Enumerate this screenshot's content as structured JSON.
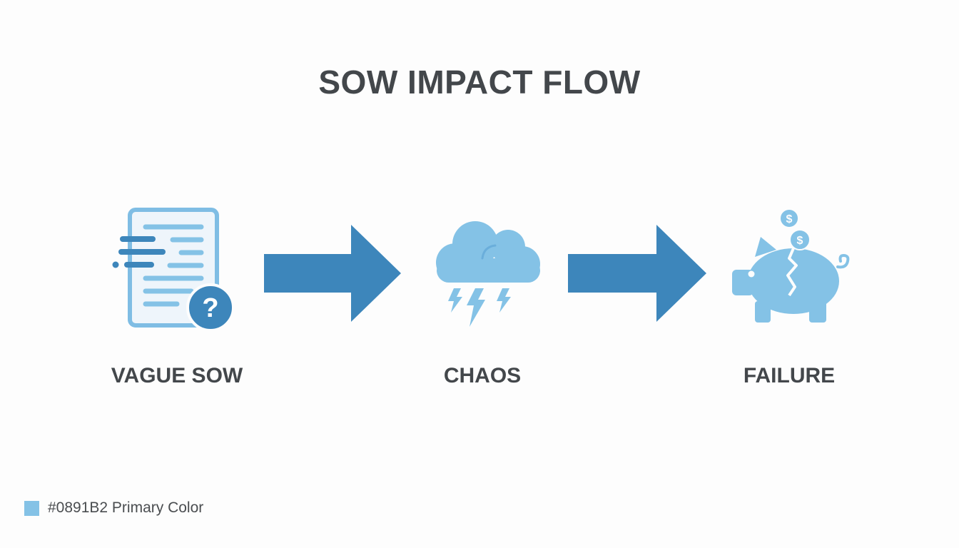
{
  "title": "SOW IMPACT FLOW",
  "steps": [
    {
      "label": "VAGUE SOW",
      "icon": "document-question-icon"
    },
    {
      "label": "CHAOS",
      "icon": "storm-cloud-icon"
    },
    {
      "label": "FAILURE",
      "icon": "broken-piggy-bank-icon"
    }
  ],
  "arrows": [
    {
      "icon": "arrow-right-icon",
      "color": "#3d86bb"
    },
    {
      "icon": "arrow-right-icon",
      "color": "#3d86bb"
    }
  ],
  "legend": {
    "swatch_color": "#84c2e6",
    "text": "#0891B2 Primary Color"
  },
  "colors": {
    "primary_light": "#84c2e6",
    "primary_dark": "#3d86bb",
    "text": "#43474b"
  }
}
